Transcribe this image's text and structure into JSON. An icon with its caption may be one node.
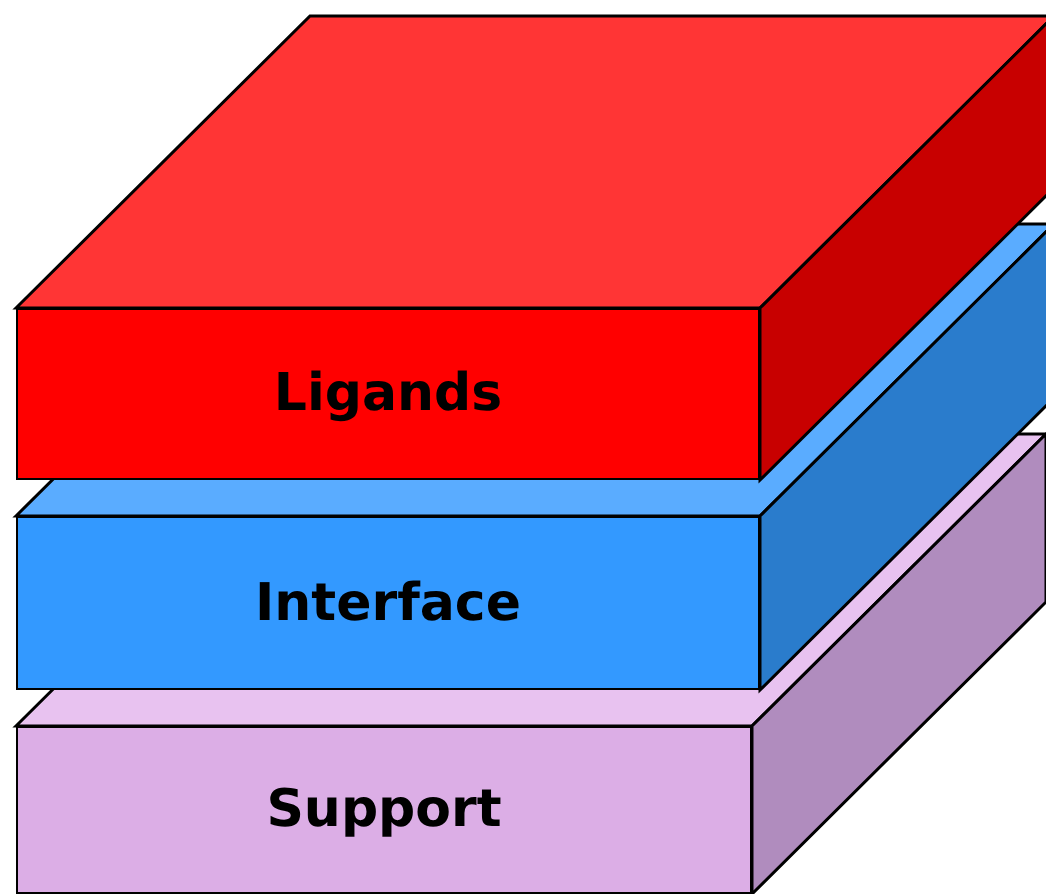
{
  "diagram": {
    "nodes": [
      {
        "text": [
          "Ligands"
        ]
      },
      {
        "text": [
          "Interface"
        ]
      },
      {
        "text": [
          "Support"
        ]
      }
    ]
  }
}
